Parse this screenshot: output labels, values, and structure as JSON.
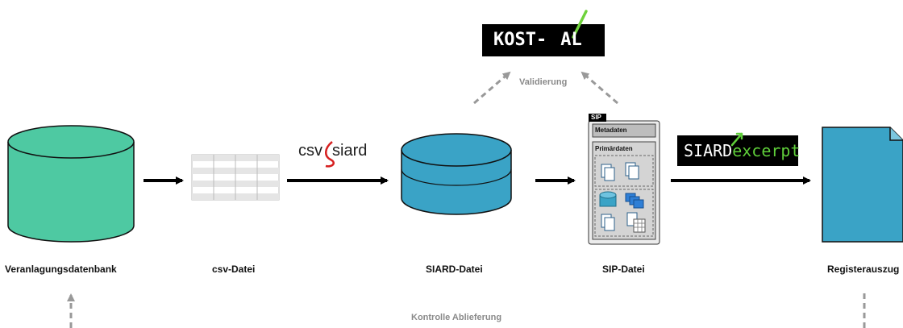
{
  "nodes": {
    "db": "Veranlagungsdatenbank",
    "csv": "csv-Datei",
    "siard": "SIARD-Datei",
    "sip": "SIP-Datei",
    "register": "Registerauszug"
  },
  "tools": {
    "kost_val_a": "KOST-",
    "kost_val_b": "AL",
    "csv2siard_a": "csv",
    "csv2siard_b": "siard",
    "siardexcerpt_a": "SIARD",
    "siardexcerpt_b": "excerpt"
  },
  "annotations": {
    "validation": "Validierung",
    "control": "Kontrolle Ablieferung"
  },
  "sip": {
    "tag": "SIP",
    "metadata": "Metadaten",
    "primary": "Primärdaten"
  },
  "colors": {
    "db_green": "#4ec9a2",
    "siard_blue": "#3aa3c6",
    "register_blue": "#3aa3c6",
    "arrow": "#000000",
    "dashed": "#999999",
    "excerpt_green": "#5fce3a",
    "check_green": "#6fd23c",
    "csv2siard_red": "#d62020"
  }
}
